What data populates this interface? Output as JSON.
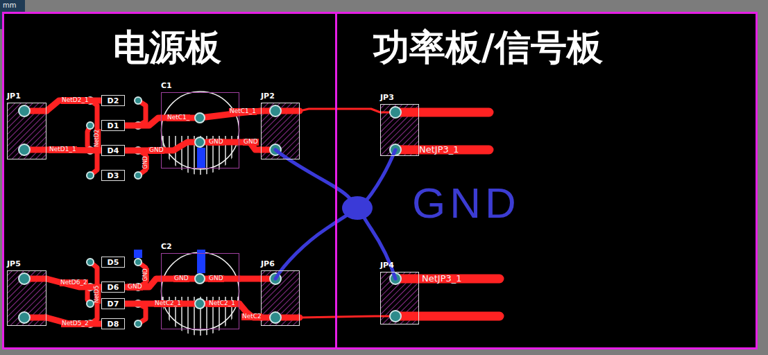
{
  "diagram": {
    "nodes": [
      {
        "text": [
          "电源板"
        ]
      },
      {
        "text": [
          "功率板/信号板"
        ]
      },
      {
        "text": [
          "JP1"
        ],
        "in": 0
      },
      {
        "text": [
          "D2"
        ],
        "in": 0
      },
      {
        "text": [
          "D1"
        ],
        "in": 0
      },
      {
        "text": [
          "D4"
        ],
        "in": 0
      },
      {
        "text": [
          "D3"
        ],
        "in": 0
      },
      {
        "text": [
          "C1"
        ],
        "in": 0
      },
      {
        "text": [
          "JP2"
        ],
        "in": 0
      },
      {
        "text": [
          "JP5"
        ],
        "in": 0
      },
      {
        "text": [
          "D5"
        ],
        "in": 0
      },
      {
        "text": [
          "D6"
        ],
        "in": 0
      },
      {
        "text": [
          "D7"
        ],
        "in": 0
      },
      {
        "text": [
          "D8"
        ],
        "in": 0
      },
      {
        "text": [
          "C2"
        ],
        "in": 0
      },
      {
        "text": [
          "JP6"
        ],
        "in": 0
      },
      {
        "text": [
          "JP3"
        ],
        "in": 1
      },
      {
        "text": [
          "JP4"
        ],
        "in": 1
      }
    ],
    "edges": [
      {
        "from": 2,
        "to": 3,
        "arrow": "none",
        "label": "NetD2_1"
      },
      {
        "from": 2,
        "to": 5,
        "arrow": "none",
        "label": "NetD1_1"
      },
      {
        "from": 4,
        "to": 7,
        "arrow": "none",
        "label": "NetC1_"
      },
      {
        "from": 7,
        "to": 8,
        "arrow": "none",
        "label": "NetC1_1"
      },
      {
        "from": 5,
        "to": 7,
        "arrow": "none",
        "label": "GND"
      },
      {
        "from": 7,
        "to": 8,
        "arrow": "none",
        "label": "GND"
      },
      {
        "from": 8,
        "to": 16,
        "arrow": "none"
      },
      {
        "from": 9,
        "to": 11,
        "arrow": "none",
        "label": "NetD6_2"
      },
      {
        "from": 9,
        "to": 13,
        "arrow": "none",
        "label": "NetD5_2"
      },
      {
        "from": 11,
        "to": 14,
        "arrow": "none",
        "label": "GND"
      },
      {
        "from": 14,
        "to": 15,
        "arrow": "none",
        "label": "GND"
      },
      {
        "from": 12,
        "to": 14,
        "arrow": "none",
        "label": "NetC2_1"
      },
      {
        "from": 14,
        "to": 15,
        "arrow": "none",
        "label": "NetC2"
      },
      {
        "from": 15,
        "to": 17,
        "arrow": "none"
      }
    ],
    "labels": [
      "mm",
      "NetD2",
      "GND",
      "GND",
      "NetD5",
      "GND",
      "GND",
      "NetC2_1",
      "NetJP3_1",
      "NetJP3_1",
      "GND"
    ]
  }
}
